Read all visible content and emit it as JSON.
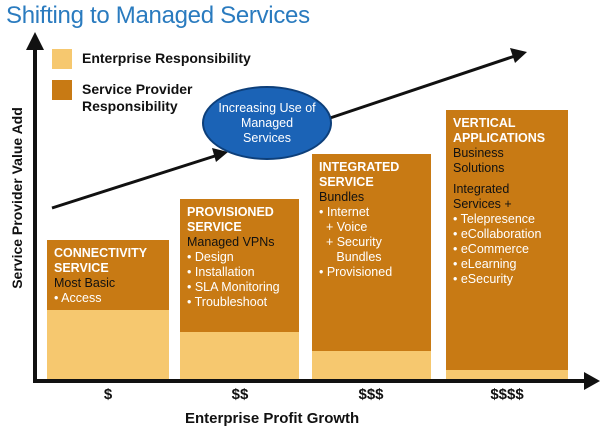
{
  "title": "Shifting to Managed Services",
  "y_axis_label": "Service Provider Value Add",
  "x_axis_label": "Enterprise Profit Growth",
  "legend": [
    {
      "label": "Enterprise Responsibility",
      "color": "#f6c86f"
    },
    {
      "label": "Service Provider\nResponsibility",
      "color": "#c87a14"
    }
  ],
  "callout": "Increasing Use of Managed Services",
  "price_labels": [
    "$",
    "$$",
    "$$$",
    "$$$$"
  ],
  "tiers": [
    {
      "heading": "CONNECTIVITY\nSERVICE",
      "subtitle": "Most Basic",
      "items": [
        "• Access"
      ]
    },
    {
      "heading": "PROVISIONED\nSERVICE",
      "subtitle": "Managed VPNs",
      "items": [
        "• Design",
        "• Installation",
        "• SLA Monitoring",
        "• Troubleshoot"
      ]
    },
    {
      "heading": "INTEGRATED\nSERVICE",
      "subtitle": "Bundles",
      "items": [
        "• Internet",
        "  + Voice",
        "  + Security",
        "     Bundles",
        "• Provisioned"
      ]
    },
    {
      "heading": "VERTICAL\nAPPLICATIONS",
      "subtitle": "Business\nSolutions",
      "subtitle2": "Integrated\nServices +",
      "items": [
        "• Telepresence",
        "• eCollaboration",
        "• eCommerce",
        "• eLearning",
        "• eSecurity"
      ]
    }
  ]
}
